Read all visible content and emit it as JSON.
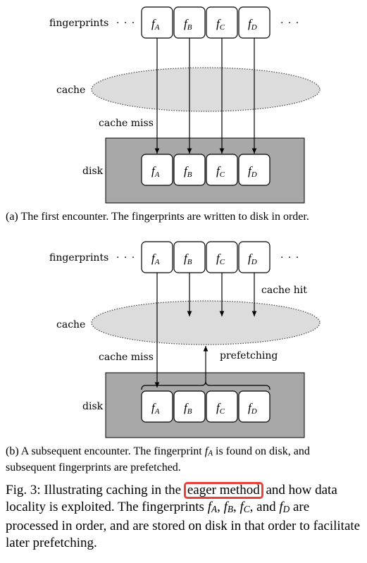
{
  "labels": {
    "fingerprints": "fingerprints",
    "cache": "cache",
    "disk": "disk",
    "cache_miss": "cache miss",
    "cache_hit": "cache hit",
    "prefetching": "prefetching",
    "ellipsis": "· · ·"
  },
  "fingerprints": [
    {
      "base": "f",
      "sub": "A"
    },
    {
      "base": "f",
      "sub": "B"
    },
    {
      "base": "f",
      "sub": "C"
    },
    {
      "base": "f",
      "sub": "D"
    }
  ],
  "captions": {
    "a": "(a) The first encounter. The fingerprints are written to disk in order.",
    "b_line1_pre": "(b) A subsequent encounter. The fingerprint ",
    "b_line1_post": " is found on disk, and",
    "b_line2": "subsequent fingerprints are prefetched.",
    "main_pre": "Fig. 3: Illustrating caching in the",
    "main_highlight": "eager method",
    "main_post": "and how data locality is exploited. The fingerprints ",
    "main_and": ", and ",
    "main_end": " are processed in order, and are stored on disk in that order to facilitate later prefetching."
  },
  "colors": {
    "cache_fill": "#dcdcdc",
    "disk_fill": "#a8a8a8",
    "highlight": "#e8423a"
  }
}
